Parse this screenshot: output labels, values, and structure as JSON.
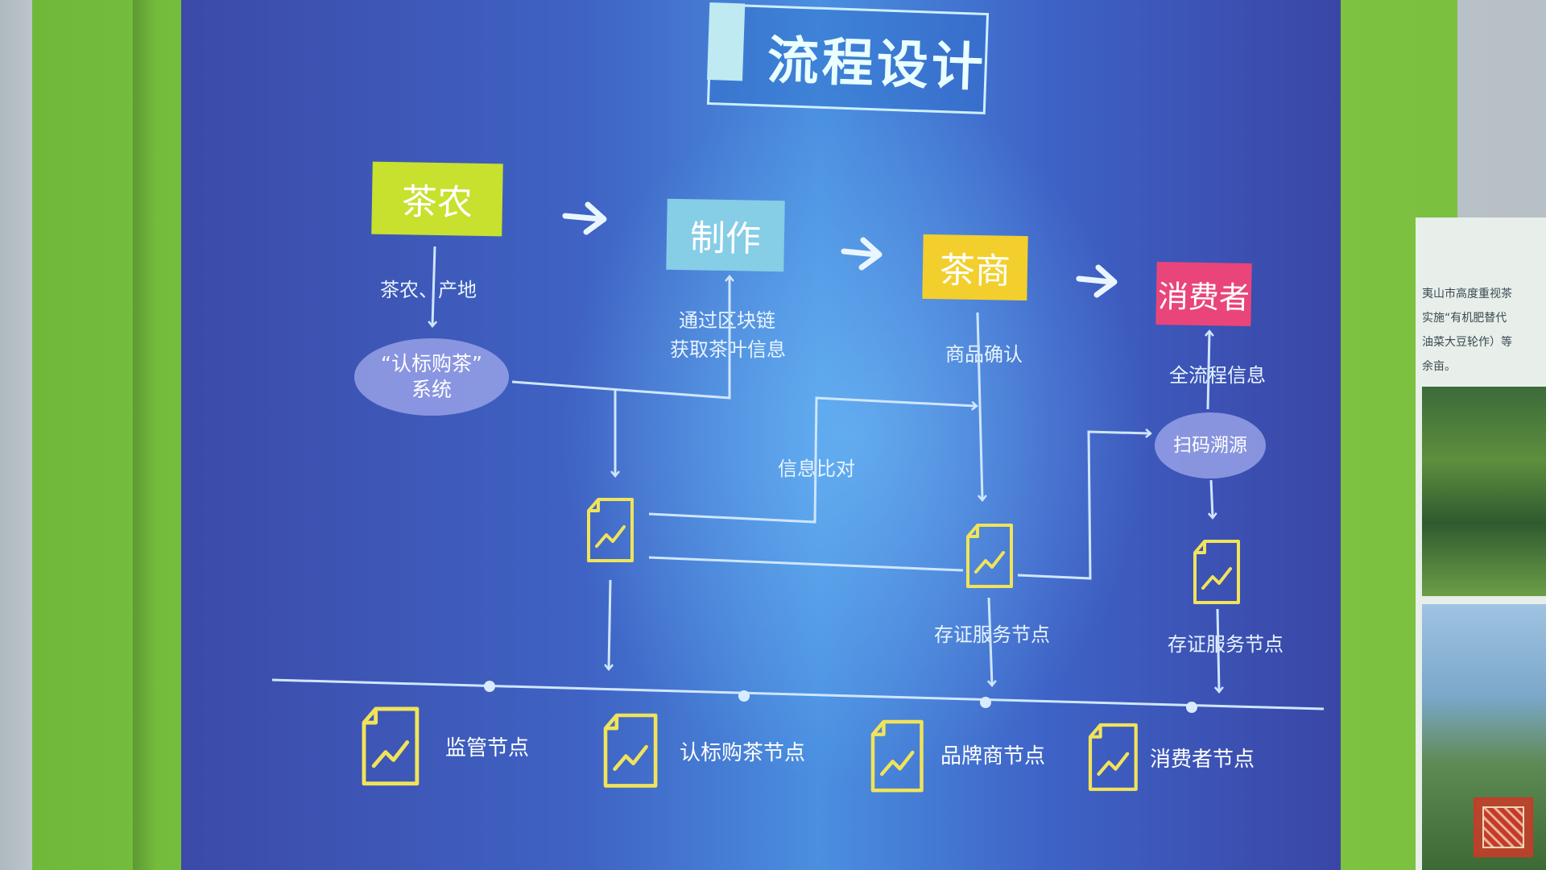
{
  "title": "流程设计",
  "stages": {
    "tea_farmer": "茶农",
    "production": "制作",
    "tea_merchant": "茶商",
    "consumer": "消费者"
  },
  "labels": {
    "farmer_origin": "茶农、产地",
    "blockchain_info_line1": "通过区块链",
    "blockchain_info_line2": "获取茶叶信息",
    "goods_confirm": "商品确认",
    "full_process_info": "全流程信息",
    "info_compare": "信息比对",
    "cert_node_1": "存证服务节点",
    "cert_node_2": "存证服务节点"
  },
  "ovals": {
    "system_line1": "“认标购茶”",
    "system_line2": "系统",
    "scan_trace": "扫码溯源"
  },
  "bottom_nodes": [
    {
      "label": "监管节点"
    },
    {
      "label": "认标购茶节点"
    },
    {
      "label": "品牌商节点"
    },
    {
      "label": "消费者节点"
    }
  ],
  "background_panel_text": [
    "夷山市高度重视茶",
    "实施“有机肥替代",
    "油菜大豆轮作）等",
    "余亩。"
  ],
  "colors": {
    "stage_farmer": "#c8e02e",
    "stage_production": "#86cde6",
    "stage_merchant": "#f2cf2c",
    "stage_consumer": "#e9457a",
    "doc_icon": "#f1e35a",
    "line": "#cfe6ff"
  }
}
